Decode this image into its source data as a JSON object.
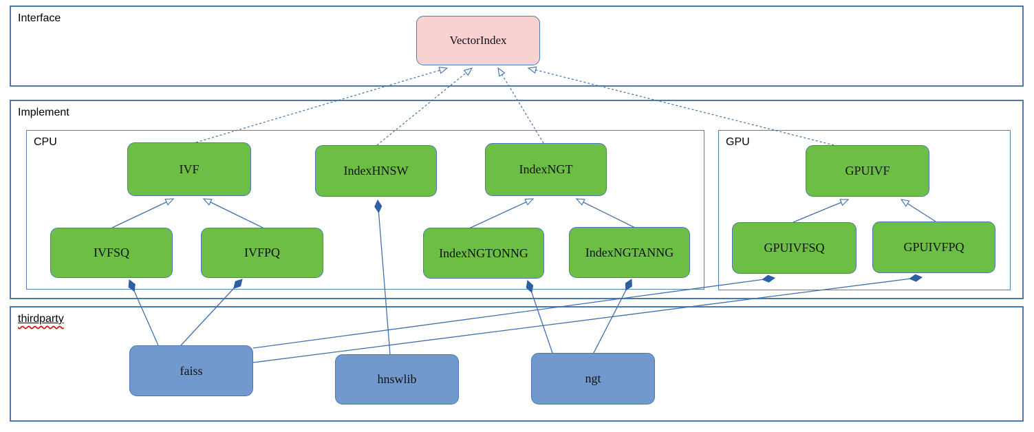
{
  "diagram": {
    "title": "VectorIndex class architecture diagram",
    "containers": {
      "interface": {
        "label": "Interface"
      },
      "implement": {
        "label": "Implement"
      },
      "cpu": {
        "label": "CPU"
      },
      "gpu": {
        "label": "GPU"
      },
      "thirdparty": {
        "label": "thirdparty"
      }
    },
    "nodes": {
      "vectorindex": {
        "label": "VectorIndex"
      },
      "ivf": {
        "label": "IVF"
      },
      "indexhnsw": {
        "label": "IndexHNSW"
      },
      "indexngt": {
        "label": "IndexNGT"
      },
      "gpuivf": {
        "label": "GPUIVF"
      },
      "ivfsq": {
        "label": "IVFSQ"
      },
      "ivfpq": {
        "label": "IVFPQ"
      },
      "indexngtonng": {
        "label": "IndexNGTONNG"
      },
      "indexngtanng": {
        "label": "IndexNGTANNG"
      },
      "gpuivfsq": {
        "label": "GPUIVFSQ"
      },
      "gpuivfpq": {
        "label": "GPUIVFPQ"
      },
      "faiss": {
        "label": "faiss"
      },
      "hnswlib": {
        "label": "hnswlib"
      },
      "ngt": {
        "label": "ngt"
      }
    },
    "edges": [
      {
        "from": "IVF",
        "to": "VectorIndex",
        "type": "realization-dashed-open-arrow"
      },
      {
        "from": "IndexHNSW",
        "to": "VectorIndex",
        "type": "realization-dashed-open-arrow"
      },
      {
        "from": "IndexNGT",
        "to": "VectorIndex",
        "type": "realization-dashed-open-arrow"
      },
      {
        "from": "GPUIVF",
        "to": "VectorIndex",
        "type": "realization-dashed-open-arrow"
      },
      {
        "from": "IVFSQ",
        "to": "IVF",
        "type": "generalization-open-arrow"
      },
      {
        "from": "IVFPQ",
        "to": "IVF",
        "type": "generalization-open-arrow"
      },
      {
        "from": "IndexNGTONNG",
        "to": "IndexNGT",
        "type": "generalization-open-arrow"
      },
      {
        "from": "IndexNGTANNG",
        "to": "IndexNGT",
        "type": "generalization-open-arrow"
      },
      {
        "from": "GPUIVFSQ",
        "to": "GPUIVF",
        "type": "generalization-open-arrow"
      },
      {
        "from": "GPUIVFPQ",
        "to": "GPUIVF",
        "type": "generalization-open-arrow"
      },
      {
        "from": "faiss",
        "to": "IVFSQ",
        "type": "composition-filled-diamond"
      },
      {
        "from": "faiss",
        "to": "IVFPQ",
        "type": "composition-filled-diamond"
      },
      {
        "from": "faiss",
        "to": "GPUIVFSQ",
        "type": "composition-filled-diamond"
      },
      {
        "from": "faiss",
        "to": "GPUIVFPQ",
        "type": "composition-filled-diamond"
      },
      {
        "from": "hnswlib",
        "to": "IndexHNSW",
        "type": "composition-filled-diamond"
      },
      {
        "from": "ngt",
        "to": "IndexNGTONNG",
        "type": "composition-filled-diamond"
      },
      {
        "from": "ngt",
        "to": "IndexNGTANNG",
        "type": "composition-filled-diamond"
      }
    ],
    "colors": {
      "interface_node_fill": "#f8d2d0",
      "implement_node_fill": "#6cbe45",
      "thirdparty_node_fill": "#7199ce",
      "node_border": "#4a77b5",
      "container_border": "#4b79ad",
      "edge_stroke": "#3f6fad",
      "diamond_fill": "#2e5fa0",
      "spellcheck_underline": "#d40000"
    }
  }
}
